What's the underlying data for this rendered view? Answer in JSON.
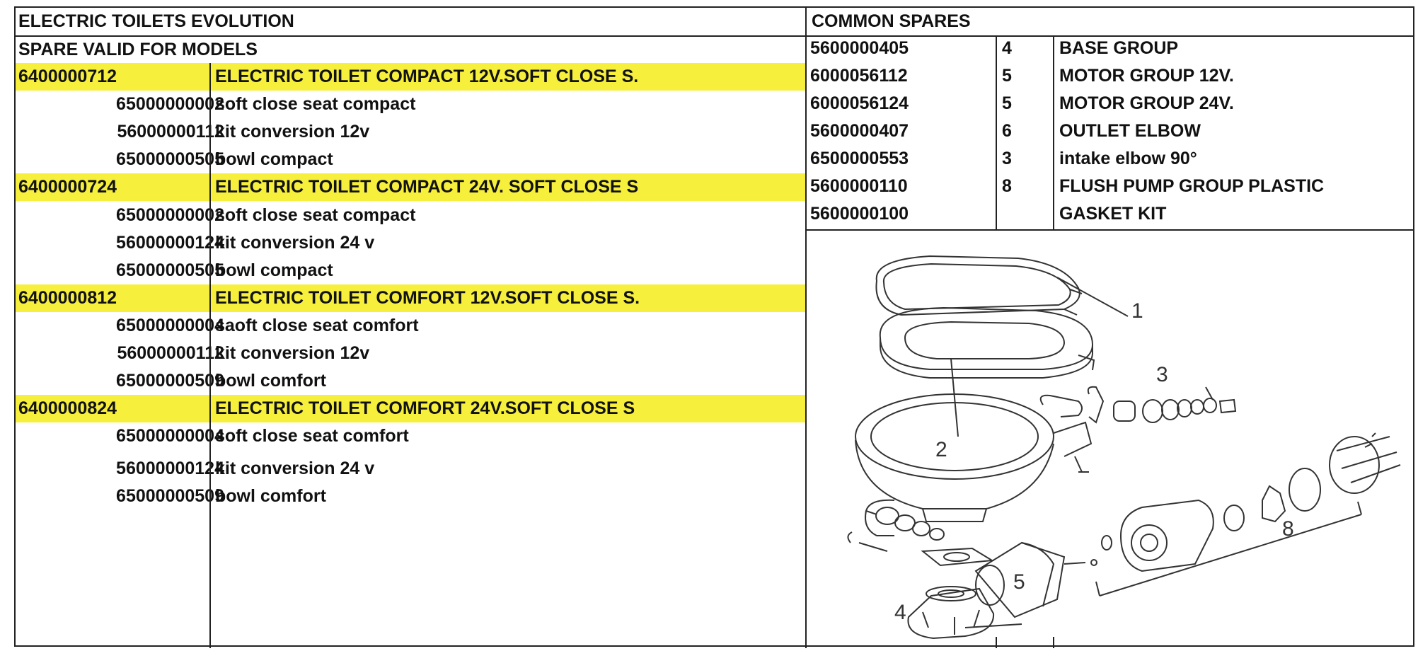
{
  "left": {
    "title": "ELECTRIC TOILETS EVOLUTION",
    "subtitle": "SPARE VALID FOR MODELS",
    "groups": [
      {
        "code": "6400000712",
        "name": "ELECTRIC TOILET COMPACT 12V.SOFT CLOSE S.",
        "items": [
          {
            "code": "65000000002",
            "desc": "soft close  seat compact"
          },
          {
            "code": "56000000112",
            "desc": "kit conversion 12v"
          },
          {
            "code": "65000000505",
            "desc": "bowl compact"
          }
        ]
      },
      {
        "code": "6400000724",
        "name": "ELECTRIC TOILET COMPACT 24V. SOFT CLOSE S",
        "items": [
          {
            "code": "65000000002",
            "desc": "soft close  seat compact"
          },
          {
            "code": "56000000124",
            "desc": "kit conversion 24 v"
          },
          {
            "code": "65000000505",
            "desc": "bowl compact"
          }
        ]
      },
      {
        "code": "6400000812",
        "name": "ELECTRIC TOILET COMFORT 12V.SOFT CLOSE S.",
        "items": [
          {
            "code": "65000000004",
            "desc": "saoft close seat comfort"
          },
          {
            "code": "56000000112",
            "desc": "kit conversion 12v"
          },
          {
            "code": "65000000509",
            "desc": "bowl comfort"
          }
        ]
      },
      {
        "code": "6400000824",
        "name": "ELECTRIC TOILET COMFORT 24V.SOFT CLOSE S",
        "items": [
          {
            "code": "65000000004",
            "desc": "soft close seat comfort"
          },
          {
            "code": "56000000124",
            "desc": "kit conversion 24 v"
          },
          {
            "code": "65000000509",
            "desc": "bowl comfort"
          }
        ]
      }
    ]
  },
  "right": {
    "title": "COMMON SPARES",
    "rows": [
      {
        "code": "5600000405",
        "qty": "4",
        "desc": "BASE GROUP"
      },
      {
        "code": "6000056112",
        "qty": "5",
        "desc": "MOTOR GROUP 12V."
      },
      {
        "code": "6000056124",
        "qty": "5",
        "desc": "MOTOR GROUP 24V."
      },
      {
        "code": "5600000407",
        "qty": "6",
        "desc": "OUTLET ELBOW"
      },
      {
        "code": "6500000553",
        "qty": "3",
        "desc": "intake elbow 90°"
      },
      {
        "code": "5600000110",
        "qty": "8",
        "desc": "FLUSH PUMP GROUP PLASTIC"
      },
      {
        "code": "5600000100",
        "qty": "",
        "desc": "GASKET KIT"
      }
    ]
  },
  "diagram": {
    "callouts": [
      "1",
      "2",
      "3",
      "4",
      "5",
      "8"
    ]
  },
  "colors": {
    "highlight": "#f6ef3c",
    "line": "#222222"
  }
}
